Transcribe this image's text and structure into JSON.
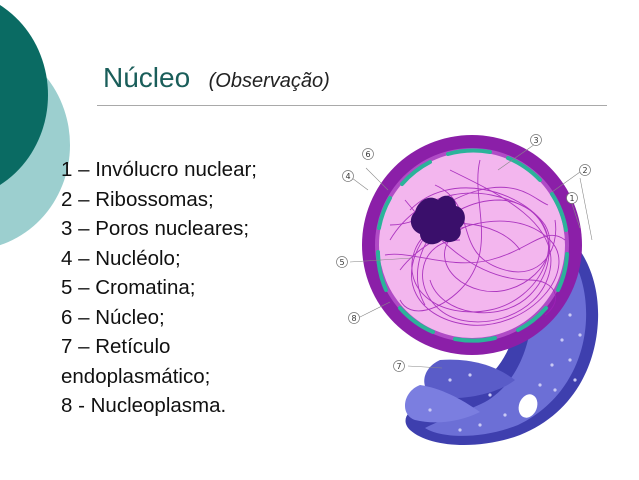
{
  "slide": {
    "title": "Núcleo",
    "subtitle": "(Observação)"
  },
  "legend": {
    "items": [
      "1 – Invólucro nuclear;",
      "2 – Ribossomas;",
      "3 – Poros nucleares;",
      "4 – Nucléolo;",
      "5 – Cromatina;",
      "6 – Núcleo;",
      "7 – Retículo",
      "endoplasmático;",
      "8 -  Nucleoplasma."
    ]
  },
  "figure": {
    "callouts": [
      "1",
      "2",
      "3",
      "4",
      "5",
      "6",
      "7",
      "8"
    ]
  },
  "colors": {
    "deco_dark": "#0a6b63",
    "deco_light": "#9ccfcf",
    "title": "#1a5e5a",
    "envelope": "#8b1fa8",
    "nucleoplasm": "#f3b6ee",
    "nucleolus": "#3a0f6b",
    "pores": "#2bb39a",
    "reticulum": "#6c6fd6"
  }
}
